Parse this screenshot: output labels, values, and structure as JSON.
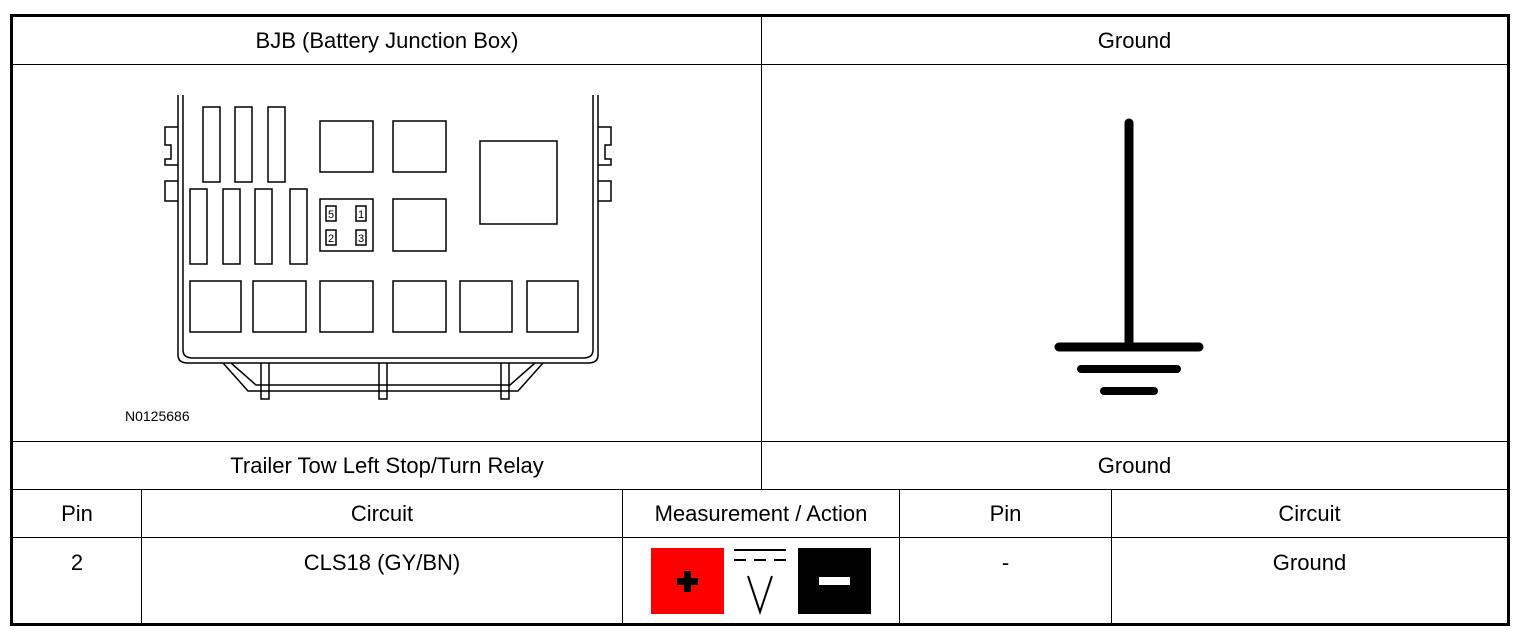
{
  "left_connector": {
    "header": "BJB (Battery Junction Box)",
    "image_code": "N0125686",
    "terminal_labels": [
      "5",
      "1",
      "2",
      "3"
    ],
    "component": "Trailer Tow Left Stop/Turn Relay"
  },
  "right_connector": {
    "header": "Ground",
    "symbol": "ground-symbol",
    "component": "Ground"
  },
  "table": {
    "headers": [
      "Pin",
      "Circuit",
      "Measurement / Action",
      "Pin",
      "Circuit"
    ],
    "row": {
      "pin_a": "2",
      "circuit_a": "CLS18 (GY/BN)",
      "measurement": "DC voltage",
      "pin_b": "-",
      "circuit_b": "Ground"
    }
  },
  "colors": {
    "positive_probe": "#ff0000",
    "negative_probe": "#000000"
  }
}
